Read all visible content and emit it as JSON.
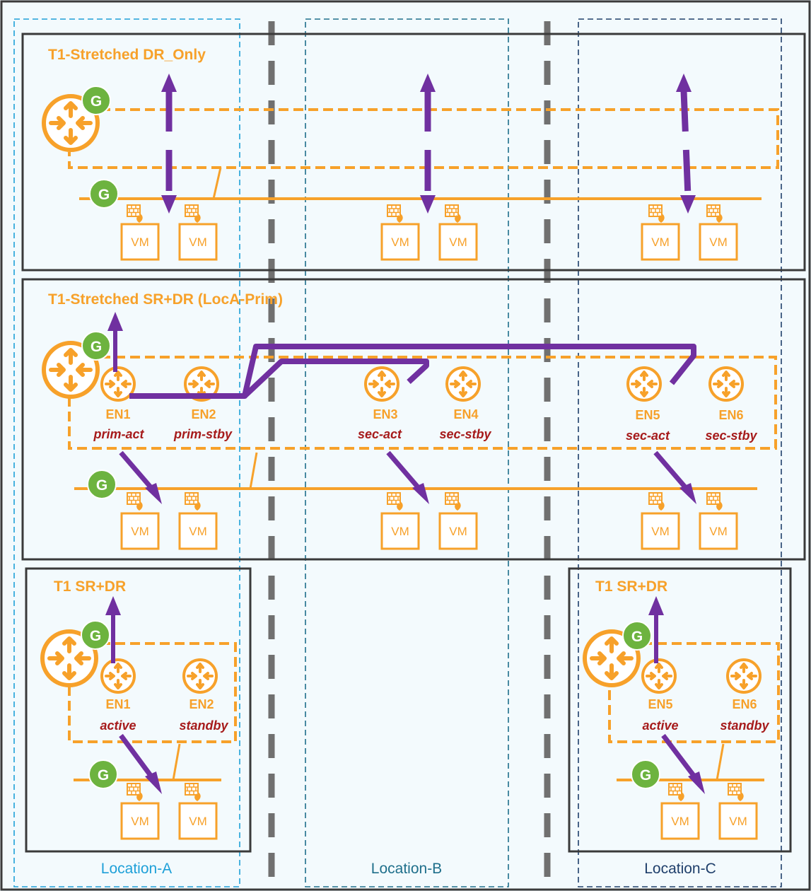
{
  "locations": [
    {
      "label": "Location-A",
      "color": "#1EA0D8"
    },
    {
      "label": "Location-B",
      "color": "#1F6F8B"
    },
    {
      "label": "Location-C",
      "color": "#1F3F6B"
    }
  ],
  "sections": {
    "dr_only": {
      "title": "T1-Stretched DR_Only"
    },
    "sr_dr": {
      "title": "T1-Stretched SR+DR (LocA-Prim)",
      "edges": [
        {
          "name": "EN1",
          "role": "prim-act"
        },
        {
          "name": "EN2",
          "role": "prim-stby"
        },
        {
          "name": "EN3",
          "role": "sec-act"
        },
        {
          "name": "EN4",
          "role": "sec-stby"
        },
        {
          "name": "EN5",
          "role": "sec-act"
        },
        {
          "name": "EN6",
          "role": "sec-stby"
        }
      ]
    },
    "local_a": {
      "title": "T1 SR+DR",
      "edges": [
        {
          "name": "EN1",
          "role": "active"
        },
        {
          "name": "EN2",
          "role": "standby"
        }
      ]
    },
    "local_c": {
      "title": "T1 SR+DR",
      "edges": [
        {
          "name": "EN5",
          "role": "active"
        },
        {
          "name": "EN6",
          "role": "standby"
        }
      ]
    }
  },
  "labels": {
    "gateway": "G",
    "vm": "VM"
  },
  "colors": {
    "orange": "#F7A12A",
    "purple": "#7030A0",
    "green": "#6DB33F",
    "role_red": "#A61B1B",
    "divider": "#707070",
    "frame": "#3A3A3A",
    "background": "#F3FAFD"
  },
  "icons": [
    "router-icon",
    "edge-router-icon",
    "gateway-icon",
    "firewall-icon",
    "vm-icon",
    "bidirectional-arrow-icon"
  ]
}
